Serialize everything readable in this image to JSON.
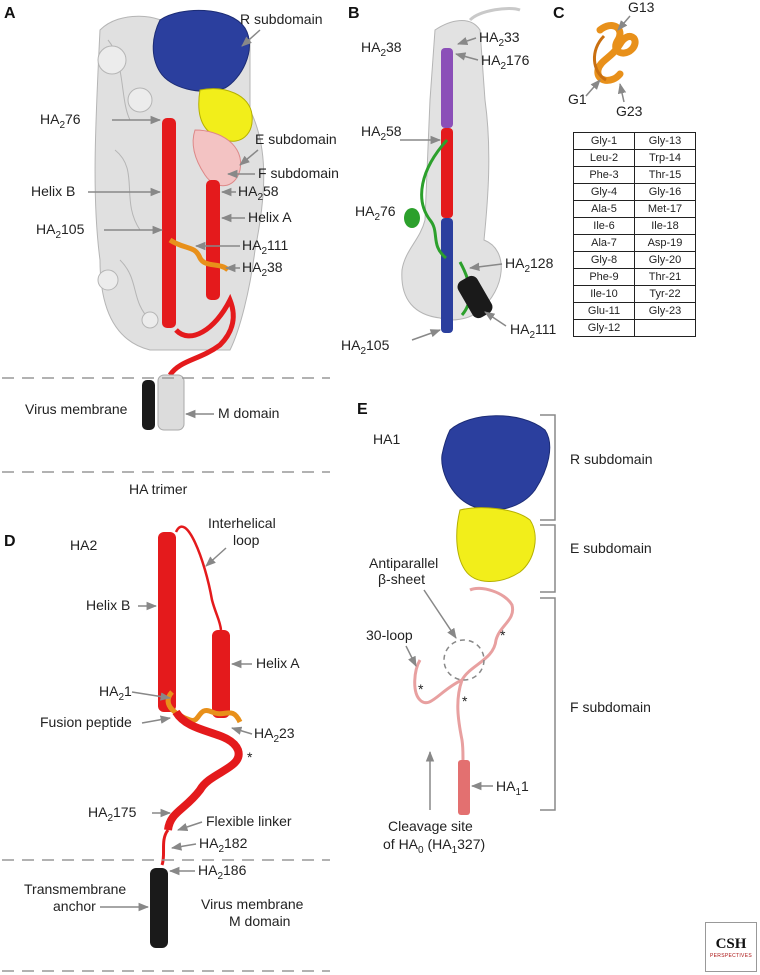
{
  "panels": {
    "A": {
      "letter": "A",
      "labels": {
        "r_subdomain": "R subdomain",
        "ha2_76_base": "HA",
        "ha2_76_sub": "2",
        "ha2_76_num": "76",
        "e_subdomain": "E subdomain",
        "f_subdomain": "F subdomain",
        "helix_b": "Helix B",
        "ha2_58_base": "HA",
        "ha2_58_sub": "2",
        "ha2_58_num": "58",
        "helix_a": "Helix A",
        "ha2_105_base": "HA",
        "ha2_105_sub": "2",
        "ha2_105_num": "105",
        "ha2_111_base": "HA",
        "ha2_111_sub": "2",
        "ha2_111_num": "111",
        "ha2_38_base": "HA",
        "ha2_38_sub": "2",
        "ha2_38_num": "38",
        "virus_membrane": "Virus membrane",
        "m_domain": "M domain",
        "ha_trimer": "HA trimer"
      }
    },
    "B": {
      "letter": "B",
      "labels": {
        "ha2_38_base": "HA",
        "ha2_38_sub": "2",
        "ha2_38_num": "38",
        "ha2_33_base": "HA",
        "ha2_33_sub": "2",
        "ha2_33_num": "33",
        "ha2_176_base": "HA",
        "ha2_176_sub": "2",
        "ha2_176_num": "176",
        "ha2_58_base": "HA",
        "ha2_58_sub": "2",
        "ha2_58_num": "58",
        "ha2_76_base": "HA",
        "ha2_76_sub": "2",
        "ha2_76_num": "76",
        "ha2_128_base": "HA",
        "ha2_128_sub": "2",
        "ha2_128_num": "128",
        "ha2_105_base": "HA",
        "ha2_105_sub": "2",
        "ha2_105_num": "105",
        "ha2_111_base": "HA",
        "ha2_111_sub": "2",
        "ha2_111_num": "111"
      }
    },
    "C": {
      "letter": "C",
      "labels": {
        "g13": "G13",
        "g1": "G1",
        "g23": "G23"
      },
      "table": [
        [
          "Gly-1",
          "Gly-13"
        ],
        [
          "Leu-2",
          "Trp-14"
        ],
        [
          "Phe-3",
          "Thr-15"
        ],
        [
          "Gly-4",
          "Gly-16"
        ],
        [
          "Ala-5",
          "Met-17"
        ],
        [
          "Ile-6",
          "Ile-18"
        ],
        [
          "Ala-7",
          "Asp-19"
        ],
        [
          "Gly-8",
          "Gly-20"
        ],
        [
          "Phe-9",
          "Thr-21"
        ],
        [
          "Ile-10",
          "Tyr-22"
        ],
        [
          "Glu-11",
          "Gly-23"
        ],
        [
          "Gly-12",
          ""
        ]
      ]
    },
    "D": {
      "letter": "D",
      "labels": {
        "ha2": "HA2",
        "interhelical_1": "Interhelical",
        "interhelical_2": "loop",
        "helix_b": "Helix B",
        "helix_a": "Helix A",
        "ha2_1_base": "HA",
        "ha2_1_sub": "2",
        "ha2_1_num": "1",
        "fusion_peptide": "Fusion peptide",
        "ha2_23_base": "HA",
        "ha2_23_sub": "2",
        "ha2_23_num": "23",
        "star": "*",
        "ha2_175_base": "HA",
        "ha2_175_sub": "2",
        "ha2_175_num": "175",
        "flexible_linker": "Flexible linker",
        "ha2_182_base": "HA",
        "ha2_182_sub": "2",
        "ha2_182_num": "182",
        "ha2_186_base": "HA",
        "ha2_186_sub": "2",
        "ha2_186_num": "186",
        "tm_anchor_1": "Transmembrane",
        "tm_anchor_2": "anchor",
        "virus_membrane": "Virus membrane",
        "m_domain": "M domain"
      }
    },
    "E": {
      "letter": "E",
      "labels": {
        "ha1": "HA1",
        "r_subdomain": "R subdomain",
        "e_subdomain": "E subdomain",
        "antiparallel_1": "Antiparallel",
        "antiparallel_2": "β-sheet",
        "loop30": "30-loop",
        "star": "*",
        "f_subdomain": "F subdomain",
        "ha1_1_base": "HA",
        "ha1_1_sub": "1",
        "ha1_1_num": "1",
        "cleavage_1": "Cleavage site",
        "cleavage_2_a": "of HA",
        "cleavage_2_sub0": "0",
        "cleavage_2_b": " (HA",
        "cleavage_2_sub1": "1",
        "cleavage_2_c": "327)"
      }
    }
  },
  "logo": {
    "text": "CSH",
    "subtext": "PERSPECTIVES"
  },
  "colors": {
    "red": "#e41a1c",
    "blue": "#2b3f9e",
    "yellow": "#f2ee1a",
    "orange": "#e8901a",
    "purple": "#8b4fb8",
    "green": "#2ca02c",
    "black": "#1a1a1a",
    "pink": "#e8a0a0",
    "gray": "#d6d6d6",
    "arrow": "#888888"
  }
}
